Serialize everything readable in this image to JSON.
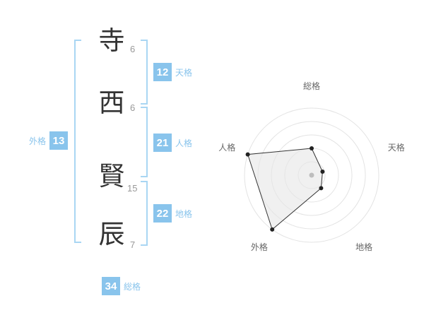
{
  "page": {
    "background": "#ffffff"
  },
  "name_analysis": {
    "accent_color": "#89c4ec",
    "characters": [
      {
        "char": "寺",
        "strokes": "6"
      },
      {
        "char": "西",
        "strokes": "6"
      },
      {
        "char": "賢",
        "strokes": "15"
      },
      {
        "char": "辰",
        "strokes": "7"
      }
    ],
    "kaku": {
      "gaikaku": {
        "label": "外格",
        "value": "13"
      },
      "tenkaku": {
        "label": "天格",
        "value": "12"
      },
      "jinkaku": {
        "label": "人格",
        "value": "21"
      },
      "chikaku": {
        "label": "地格",
        "value": "22"
      },
      "soukaku": {
        "label": "総格",
        "value": "34"
      }
    }
  },
  "chart_data": {
    "type": "radar",
    "axes": [
      "総格",
      "天格",
      "地格",
      "外格",
      "人格"
    ],
    "kaku_values": [
      34,
      12,
      22,
      13,
      21
    ],
    "values_norm": [
      0.4,
      0.17,
      0.24,
      1.0,
      1.0
    ],
    "rings": 5,
    "outer_radius": 95,
    "ring_color": "#e3e3e3",
    "polygon_fill": "#e6e6e6",
    "polygon_fill_opacity": "0.6",
    "polygon_stroke": "#333333",
    "dot_color": "#222222",
    "center_dot_color": "#bdbdbd",
    "label_color": "#666666",
    "legend": "off",
    "grid": "concentric-circles"
  }
}
